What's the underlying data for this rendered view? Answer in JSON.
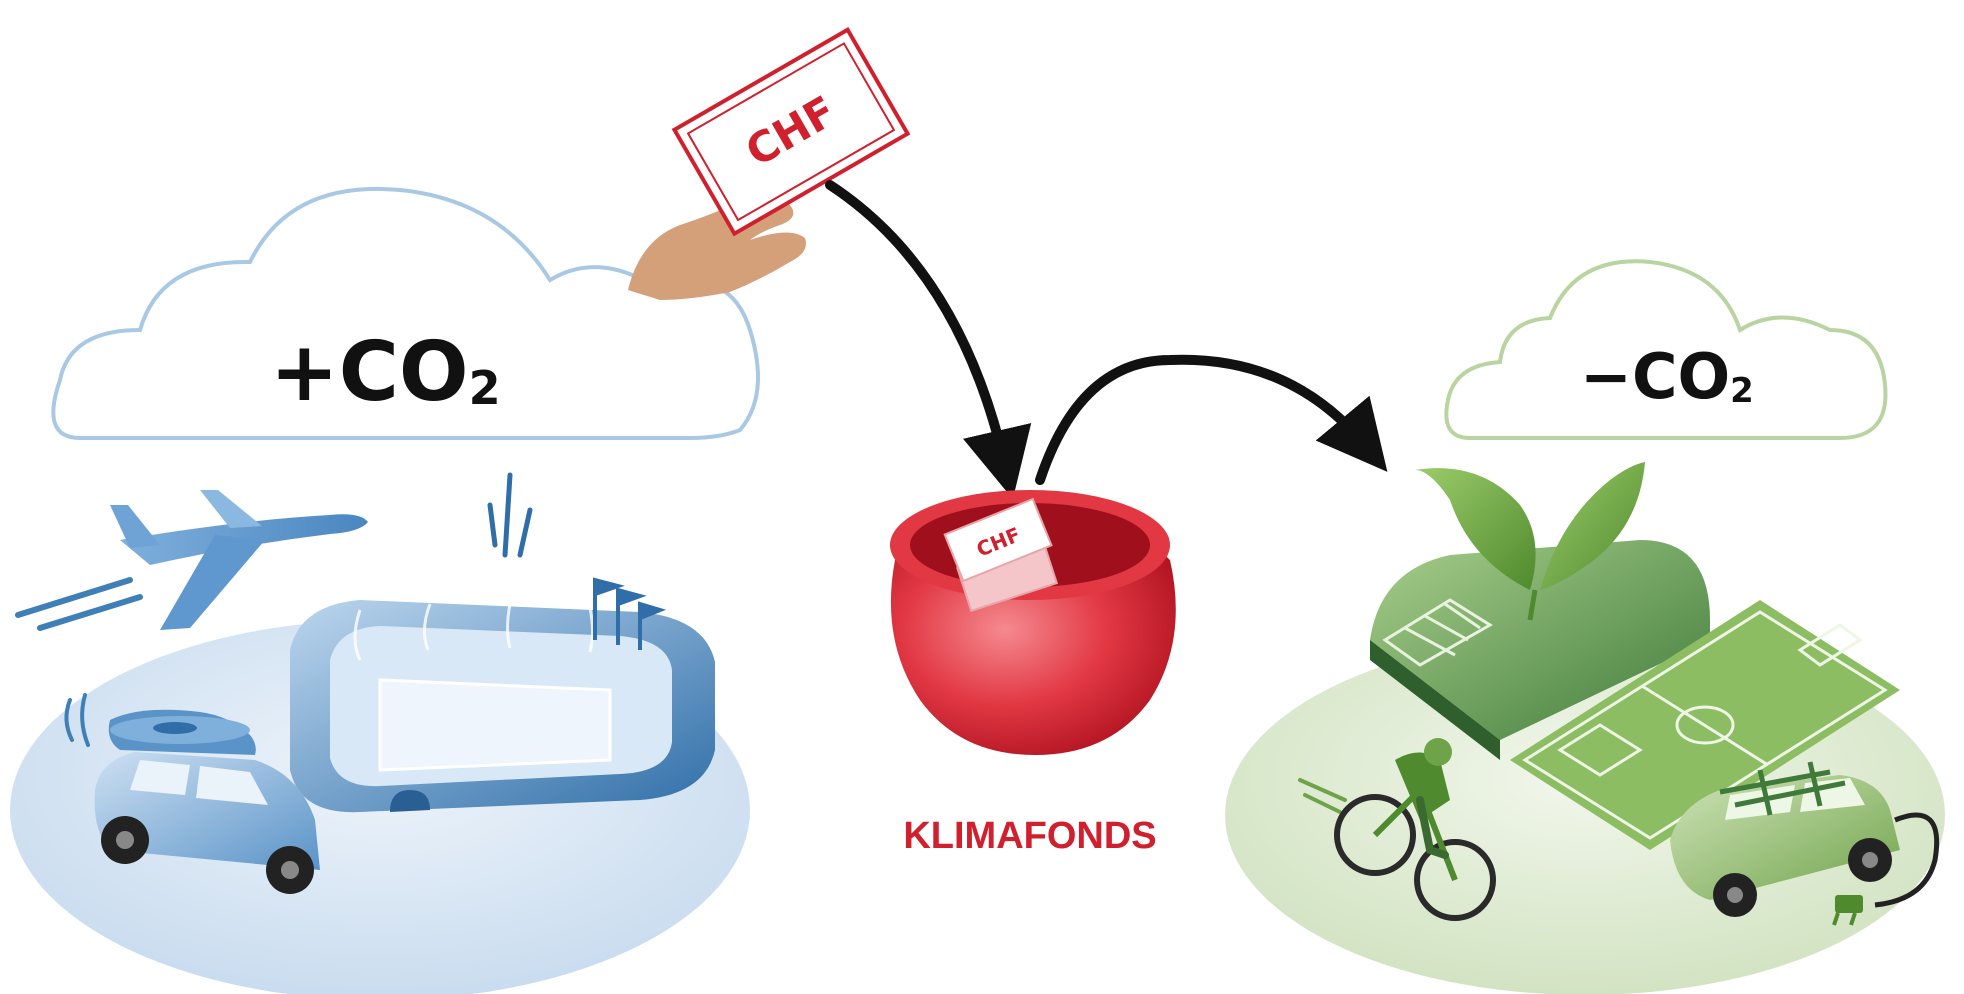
{
  "left_cloud": {
    "text": "+CO",
    "subscript": "2"
  },
  "right_cloud": {
    "text": "−CO",
    "subscript": "2"
  },
  "banknote": {
    "text": "CHF"
  },
  "pot_banknote": {
    "text": "CHF"
  },
  "fund": {
    "label": "KLIMAFONDS"
  },
  "colors": {
    "accent_red": "#d0202e",
    "emissions_blue": "#3f7fb8",
    "offset_green": "#6fa34a",
    "cloud_blue_outline": "#a9c8e4",
    "cloud_green_outline": "#b9d4a0",
    "arrow": "#111111"
  }
}
